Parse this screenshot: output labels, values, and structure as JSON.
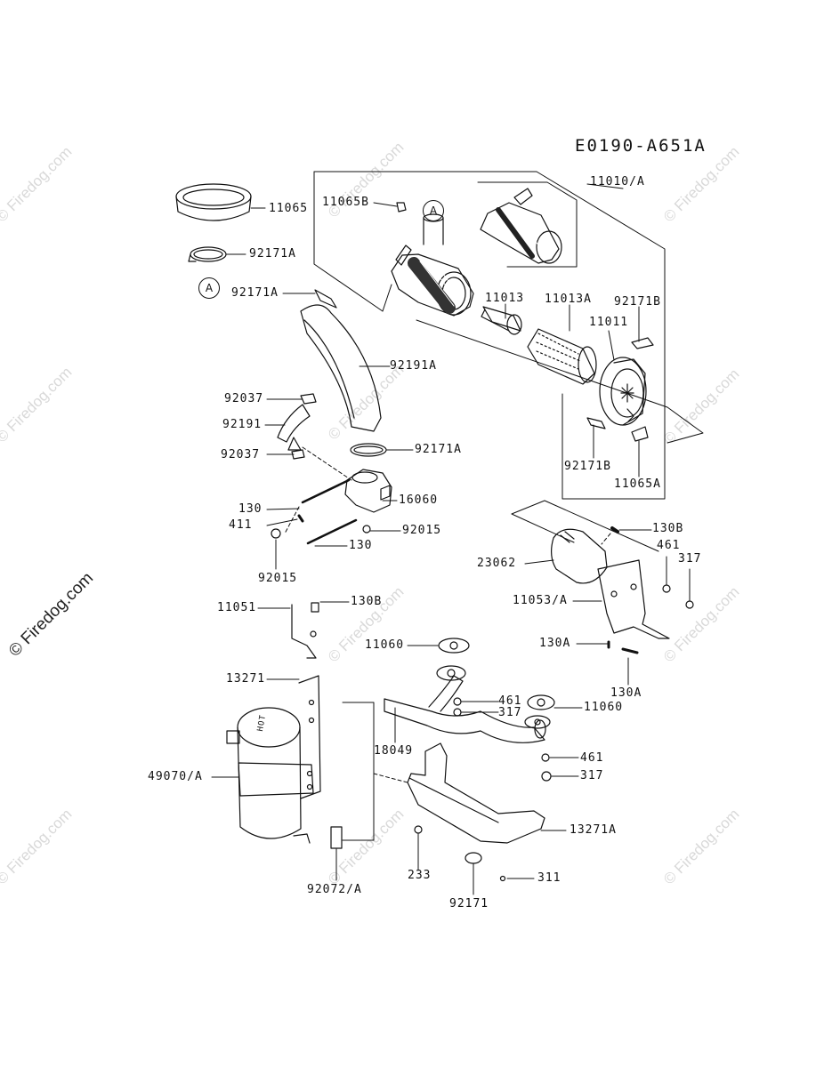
{
  "diagram_code": "E0190-A651A",
  "watermark": "© Firedog.com",
  "callouts": {
    "a1": "A",
    "a2": "A"
  },
  "labels": {
    "p11065": "11065",
    "p92171A_1": "92171A",
    "p11065B": "11065B",
    "p92171A_2": "92171A",
    "p11010A": "11010/A",
    "p11013": "11013",
    "p11013A": "11013A",
    "p92171B_1": "92171B",
    "p11011": "11011",
    "p92191A": "92191A",
    "p92037_1": "92037",
    "p92191": "92191",
    "p92037_2": "92037",
    "p92171A_3": "92171A",
    "p92171B_2": "92171B",
    "p11065A": "11065A",
    "p130_1": "130",
    "p16060": "16060",
    "p411": "411",
    "p92015_1": "92015",
    "p130_2": "130",
    "p92015_2": "92015",
    "p130B_1": "130B",
    "p461_1": "461",
    "p23062": "23062",
    "p317_1": "317",
    "p11053A": "11053/A",
    "p11051": "11051",
    "p130B_2": "130B",
    "p130A_1": "130A",
    "p11060_1": "11060",
    "p130A_2": "130A",
    "p13271": "13271",
    "p461_2": "461",
    "p317_2": "317",
    "p11060_2": "11060",
    "p18049": "18049",
    "p461_3": "461",
    "p49070A": "49070/A",
    "p317_3": "317",
    "p13271A": "13271A",
    "p233": "233",
    "p311": "311",
    "p92072A": "92072/A",
    "p92171": "92171",
    "hot": "HOT"
  }
}
